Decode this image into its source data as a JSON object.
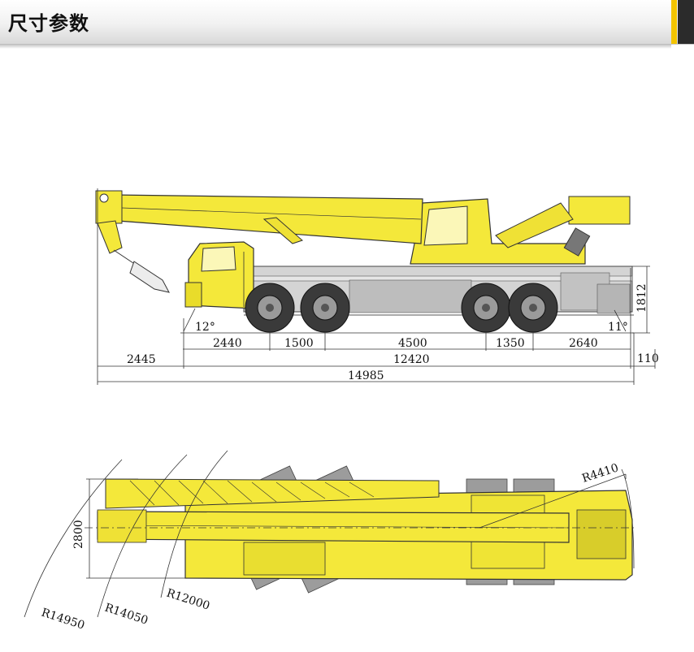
{
  "header": {
    "title": "尺寸参数",
    "accent_color": "#f3c400"
  },
  "colors": {
    "crane_body": "#f4e83a",
    "crane_outline": "#333333",
    "outrigger_pad": "#9c9c9c",
    "chassis_grey": "#c9c9c9"
  },
  "side_view": {
    "angles": {
      "front": "12°",
      "rear": "11°"
    },
    "dimensions": {
      "d1": "2440",
      "d2": "1500",
      "d3": "4500",
      "d4": "1350",
      "d5": "2640",
      "front_overhang": "2445",
      "wheelbase_total": "12420",
      "rear_overhang": "110",
      "overall_length": "14985",
      "height": "1812"
    }
  },
  "top_view": {
    "dimensions": {
      "width": "2800",
      "radius_rear": "R4410",
      "radius_r1": "R14950",
      "radius_r2": "R14050",
      "radius_r3": "R12000"
    }
  }
}
